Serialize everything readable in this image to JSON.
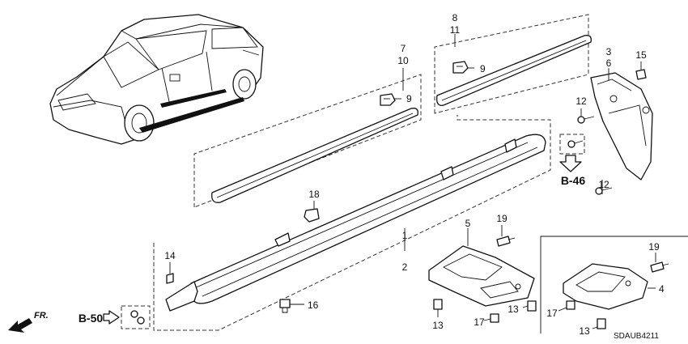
{
  "callouts": {
    "c8": "8",
    "c11": "11",
    "c7": "7",
    "c10": "10",
    "c9a": "9",
    "c9b": "9",
    "c3": "3",
    "c6": "6",
    "c15": "15",
    "c12a": "12",
    "c12b": "12",
    "c18": "18",
    "c1": "1",
    "c2": "2",
    "c14": "14",
    "c16": "16",
    "c5": "5",
    "c19a": "19",
    "c19b": "19",
    "c4": "4",
    "c13a": "13",
    "c13b": "13",
    "c13c": "13",
    "c17a": "17",
    "c17b": "17"
  },
  "references": {
    "b46": "B-46",
    "b50": "B-50"
  },
  "front_indicator": "FR.",
  "diagram_code": "SDAUB4211"
}
